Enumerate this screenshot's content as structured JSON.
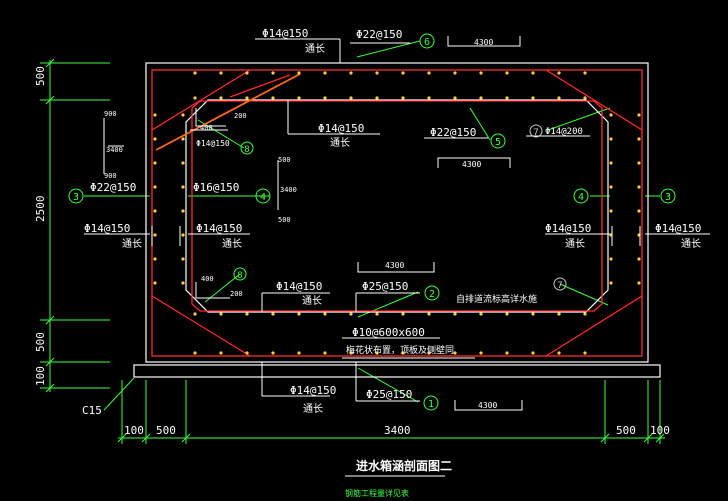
{
  "colors": {
    "background": "#000000",
    "outline_white": "#ffffff",
    "rebar_red": "#ff2a2a",
    "rebar_orange": "#ff6a1a",
    "dim_green": "#3cff3c",
    "text_white": "#ffffff",
    "text_yellow": "#ffff66",
    "dot_yellow": "#ffcc44",
    "bubble_green": "#3cff3c",
    "bubble_gray": "#c8c8c8"
  },
  "labels": {
    "top_left_bar": "Φ14@150",
    "top_left_sub": "通长",
    "top_right_bar": "Φ22@150",
    "bubble_6": "6",
    "len_4300_top": "4300",
    "haunch_upper_bar": "Φ14@150",
    "haunch_upper_sub": "通长",
    "mid_right_bar": "Φ22@150",
    "bubble_5": "5",
    "len_4300_mid": "4300",
    "haunch_right_bar": "Φ14@200",
    "bubble_7a": "7",
    "dim_400_top": "400",
    "dim_200_top": "200",
    "haunch_left_bar": "Φ14@150",
    "bubble_8a": "8",
    "det_900a": "900",
    "det_3400": "3400",
    "det_900b": "900",
    "det_500a": "500",
    "det_3400b": "3400",
    "det_500b": "500",
    "left_outer_bar": "Φ22@150",
    "bubble_3a": "3",
    "left_inner_bar": "Φ16@150",
    "bubble_4a": "4",
    "bubble_4b": "4",
    "bubble_3b": "3",
    "left_w1_bar": "Φ14@150",
    "left_w1_sub": "通长",
    "left_w2_bar": "Φ14@150",
    "left_w2_sub": "通长",
    "right_w1_bar": "Φ14@150",
    "right_w1_sub": "通长",
    "right_w2_bar": "Φ14@150",
    "right_w2_sub": "通长",
    "len_4300_low": "4300",
    "dim_400_low": "400",
    "dim_200_low": "200",
    "bubble_8b": "8",
    "bottom_inner_bar": "Φ14@150",
    "bottom_inner_sub": "通长",
    "bottom_inner_bar2": "Φ25@150",
    "bubble_2": "2",
    "haunch_note": "自排道流标高详水施",
    "bubble_7b": "7",
    "tie_bar": "Φ10@600x600",
    "tie_note": "梅花状布置，顶板及侧壁同",
    "bottom_out_bar1": "Φ14@150",
    "bottom_out_sub": "通长",
    "bottom_out_bar2": "Φ25@150",
    "bubble_1": "1",
    "len_4300_bot": "4300",
    "c15": "C15",
    "dim_left_500": "500",
    "dim_left_2500": "2500",
    "dim_left_500b": "500",
    "dim_left_100": "100",
    "dim_bot_100a": "100",
    "dim_bot_500a": "500",
    "dim_bot_3400": "3400",
    "dim_bot_500b": "500",
    "dim_bot_100b": "100",
    "title": "进水箱涵剖面图二",
    "subtitle": "钢筋工程量详见表"
  }
}
